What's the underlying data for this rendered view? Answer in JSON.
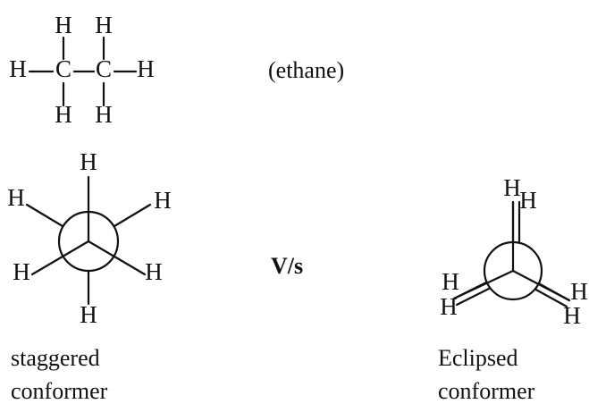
{
  "ethane": {
    "atoms": {
      "carbon": "C",
      "hydrogen": "H"
    },
    "caption": "(ethane)"
  },
  "vs_text": "V/s",
  "staggered": {
    "caption_line1": "staggered",
    "caption_line2": "conformer"
  },
  "eclipsed": {
    "caption_line1": "Eclipsed",
    "caption_line2": "conformer"
  }
}
